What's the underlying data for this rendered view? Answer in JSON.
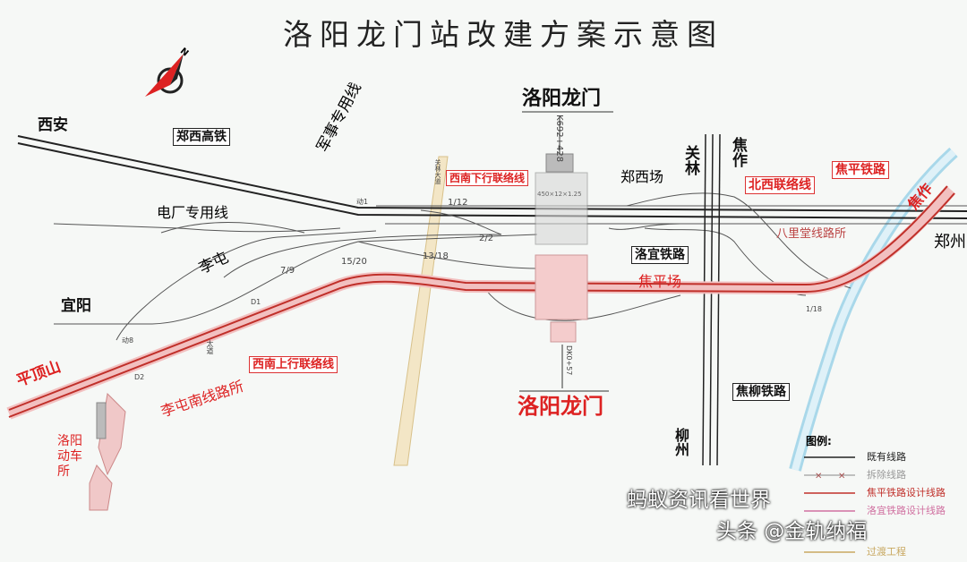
{
  "title": "洛阳龙门站改建方案示意图",
  "compass": {
    "label": "N",
    "icon": "compass-icon"
  },
  "station": {
    "name_top": "洛阳龙门",
    "name_bottom": "洛阳龙门",
    "chainage_top": "K692+428",
    "chainage_bottom": "DK0+57",
    "yard_north": "郑西场",
    "yard_south": "焦平场",
    "platform_label": "450×12×1.25"
  },
  "places": {
    "xian": "西安",
    "yiyang": "宜阳",
    "pingdingshan": "平顶山",
    "zhengzhou": "郑州",
    "jiaozuo_top": "焦作",
    "jiaozuo_right": "焦作",
    "guanlin": "关林",
    "liuzhou": "柳州",
    "litun": "李屯",
    "depot": "洛阳\n动车所",
    "avenue": "关林大道",
    "avenue2": "太道"
  },
  "lines": {
    "zhengxi_hsr": "郑西高铁",
    "military": "军事专用线",
    "power_plant": "电厂专用线",
    "sw_down": "西南下行联络线",
    "sw_up": "西南上行联络线",
    "nw_link": "北西联络线",
    "jiaoping": "焦平铁路",
    "luoyi": "洛宜铁路",
    "jiaoliu": "焦柳铁路",
    "baliitang": "八里堂线路所",
    "litun_south": "李屯南线路所"
  },
  "turnouts": [
    "1/12",
    "2/2",
    "13/18",
    "15/20",
    "7/9",
    "D1",
    "D2",
    "动8",
    "1/18",
    "动1"
  ],
  "legend": {
    "heading": "图例:",
    "items": [
      {
        "label": "既有线路",
        "color": "#222222",
        "style": "solid"
      },
      {
        "label": "拆除线路",
        "color": "#888888",
        "style": "cross"
      },
      {
        "label": "焦平铁路设计线路",
        "color": "#c0302a",
        "style": "solid"
      },
      {
        "label": "洛宜铁路设计线路",
        "color": "#d070a0",
        "style": "solid"
      },
      {
        "label": "过渡工程",
        "color": "#c8a860",
        "style": "solid"
      }
    ]
  },
  "watermarks": [
    "蚂蚁资讯看世界",
    "头条 @金轨纳福"
  ]
}
